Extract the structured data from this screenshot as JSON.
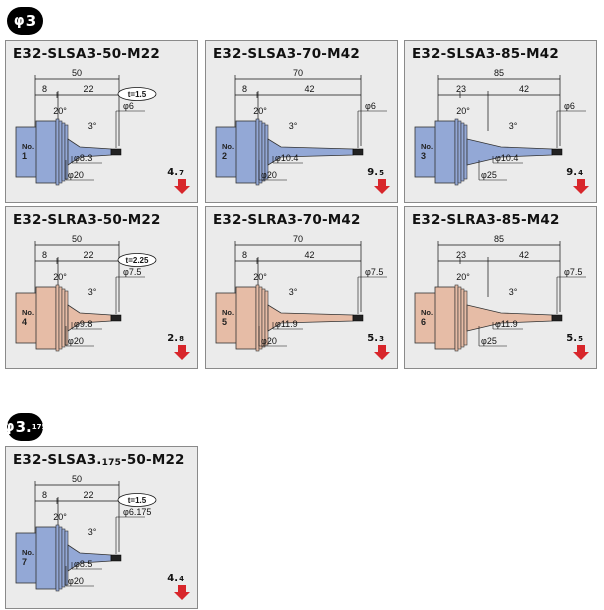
{
  "sections": [
    {
      "phi": "φ",
      "main": "3",
      "sub": ""
    },
    {
      "phi": "φ",
      "main": "3.",
      "sub": "175"
    }
  ],
  "cards": [
    {
      "title": "E32-SLSA3-50-M22",
      "title_main": "E32-SLSA3-50-M22",
      "title_sub": "",
      "title_tail": "",
      "no_label": "No.",
      "no_value": "1",
      "L": "50",
      "a": "8",
      "b": "22",
      "angle": "20°",
      "taper": "3°",
      "t_label": "t=1.5",
      "d_tip": "φ6",
      "d_mid": "φ8.3",
      "d_base": "φ20",
      "weight_main": "4.",
      "weight_sub": "7",
      "holder_color": "#93a8d6"
    },
    {
      "title": "E32-SLSA3-70-M42",
      "title_main": "E32-SLSA3-70-M42",
      "title_sub": "",
      "title_tail": "",
      "no_label": "No.",
      "no_value": "2",
      "L": "70",
      "a": "8",
      "b": "42",
      "angle": "20°",
      "taper": "3°",
      "t_label": "",
      "d_tip": "φ6",
      "d_mid": "φ10.4",
      "d_base": "φ20",
      "weight_main": "9.",
      "weight_sub": "5",
      "holder_color": "#93a8d6"
    },
    {
      "title": "E32-SLSA3-85-M42",
      "title_main": "E32-SLSA3-85-M42",
      "title_sub": "",
      "title_tail": "",
      "no_label": "No.",
      "no_value": "3",
      "L": "85",
      "a": "23",
      "b": "42",
      "angle": "20°",
      "taper": "3°",
      "t_label": "",
      "d_tip": "φ6",
      "d_mid": "φ10.4",
      "d_base": "φ25",
      "weight_main": "9.",
      "weight_sub": "4",
      "holder_color": "#93a8d6"
    },
    {
      "title": "E32-SLRA3-50-M22",
      "title_main": "E32-SLRA3-50-M22",
      "title_sub": "",
      "title_tail": "",
      "no_label": "No.",
      "no_value": "4",
      "L": "50",
      "a": "8",
      "b": "22",
      "angle": "20°",
      "taper": "3°",
      "t_label": "t=2.25",
      "d_tip": "φ7.5",
      "d_mid": "φ9.8",
      "d_base": "φ20",
      "weight_main": "2.",
      "weight_sub": "8",
      "holder_color": "#e6bca6"
    },
    {
      "title": "E32-SLRA3-70-M42",
      "title_main": "E32-SLRA3-70-M42",
      "title_sub": "",
      "title_tail": "",
      "no_label": "No.",
      "no_value": "5",
      "L": "70",
      "a": "8",
      "b": "42",
      "angle": "20°",
      "taper": "3°",
      "t_label": "",
      "d_tip": "φ7.5",
      "d_mid": "φ11.9",
      "d_base": "φ20",
      "weight_main": "5.",
      "weight_sub": "3",
      "holder_color": "#e6bca6"
    },
    {
      "title": "E32-SLRA3-85-M42",
      "title_main": "E32-SLRA3-85-M42",
      "title_sub": "",
      "title_tail": "",
      "no_label": "No.",
      "no_value": "6",
      "L": "85",
      "a": "23",
      "b": "42",
      "angle": "20°",
      "taper": "3°",
      "t_label": "",
      "d_tip": "φ7.5",
      "d_mid": "φ11.9",
      "d_base": "φ25",
      "weight_main": "5.",
      "weight_sub": "5",
      "holder_color": "#e6bca6"
    },
    {
      "title": "E32-SLSA3.175-50-M22",
      "title_main": "E32-SLSA3.",
      "title_sub": "175",
      "title_tail": "-50-M22",
      "no_label": "No.",
      "no_value": "7",
      "L": "50",
      "a": "8",
      "b": "22",
      "angle": "20°",
      "taper": "3°",
      "t_label": "t=1.5",
      "d_tip": "φ6.175",
      "d_mid": "φ8.5",
      "d_base": "φ20",
      "weight_main": "4.",
      "weight_sub": "4",
      "holder_color": "#93a8d6"
    }
  ],
  "colors": {
    "arrow": "#d8262b",
    "line": "#111111",
    "panel": "#ebebeb",
    "border": "#8a8a8a"
  }
}
